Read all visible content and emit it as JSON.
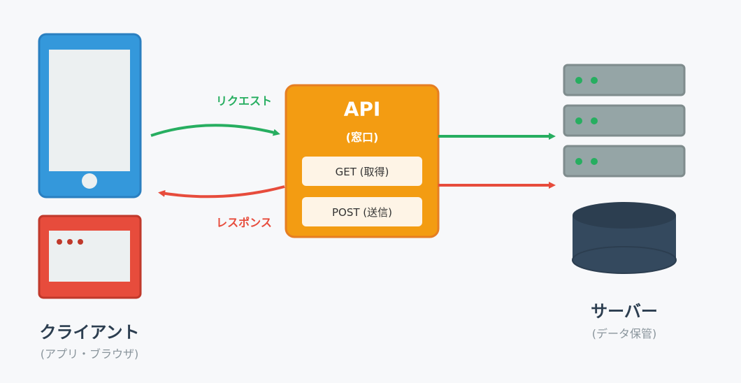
{
  "client": {
    "title": "クライアント",
    "subtitle": "(アプリ・ブラウザ)"
  },
  "server": {
    "title": "サーバー",
    "subtitle": "(データ保管)"
  },
  "api": {
    "title": "API",
    "subtitle": "(窓口)",
    "methods": [
      "GET (取得)",
      "POST (送信)"
    ]
  },
  "arrows": {
    "request_label": "リクエスト",
    "response_label": "レスポンス"
  },
  "colors": {
    "phone": "#3498db",
    "browser": "#e74c3c",
    "api": "#f39c12",
    "server": "#95a5a6",
    "database": "#34495e",
    "request": "#27ae60",
    "response": "#e74c3c"
  },
  "icons": {
    "client_device": "smartphone-icon",
    "client_browser": "browser-window-icon",
    "server_rack": "server-rack-icon",
    "database": "database-icon"
  }
}
